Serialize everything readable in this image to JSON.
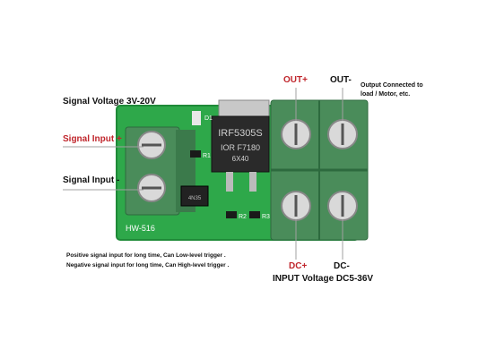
{
  "labels": {
    "signal_voltage": "Signal Voltage 3V-20V",
    "signal_input_pos": "Signal Input +",
    "signal_input_neg": "Signal Input -",
    "out_pos": "OUT+",
    "out_neg": "OUT-",
    "output_note_line1": "Output Connected to",
    "output_note_line2": "load / Motor, etc.",
    "dc_pos": "DC+",
    "dc_neg": "DC-",
    "input_voltage": "INPUT Voltage DC5-36V",
    "note_positive": "Positive signal input for long time, Can Low-level trigger .",
    "note_negative": "Negative signal input for long time, Can High-level trigger ."
  },
  "board": {
    "model": "HW-516",
    "mosfet_line1": "IRF5305S",
    "mosfet_line2": "IOR F7180",
    "mosfet_line3": "6X40",
    "ic_text": "4N35",
    "silk_r1": "R1",
    "silk_r2": "R2",
    "silk_r3": "R3",
    "silk_d1": "D1"
  },
  "colors": {
    "pcb": "#2ea84a",
    "terminal": "#4a8c5a",
    "label_red": "#c0262c",
    "arrow_line": "#a0a0a0"
  }
}
